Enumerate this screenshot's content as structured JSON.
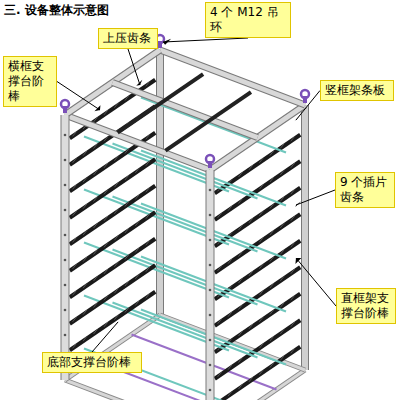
{
  "diagram": {
    "title": "三. 设备整体示意图",
    "nodes": [
      {
        "text": [
          "4 个 M12 吊环"
        ]
      },
      {
        "text": [
          "上压齿条"
        ]
      },
      {
        "text": [
          "横框支撑台阶棒"
        ]
      },
      {
        "text": [
          "竖框架条板"
        ]
      },
      {
        "text": [
          "9 个插片齿条"
        ]
      },
      {
        "text": [
          "直框架支撑台阶棒"
        ]
      },
      {
        "text": [
          "底部支撑台阶棒"
        ]
      }
    ]
  }
}
